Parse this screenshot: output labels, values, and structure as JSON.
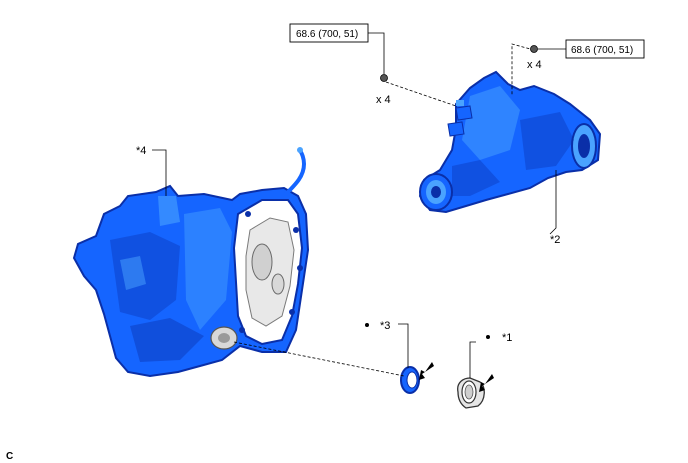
{
  "colors": {
    "part_fill": "#1565ff",
    "part_dark": "#0a2fa8",
    "part_light": "#4aa3ff",
    "line": "#000000",
    "background": "#ffffff"
  },
  "torque": {
    "left": {
      "value": "68.6 (700, 51)",
      "count": "x 4"
    },
    "right": {
      "value": "68.6 (700, 51)",
      "count": "x 4"
    }
  },
  "callouts": {
    "part4": "*4",
    "part2": "*2",
    "part3": "*3",
    "part1": "*1"
  },
  "corner_label": "C",
  "icons": [
    "bolt-icon",
    "new-part-arrow-icon"
  ]
}
